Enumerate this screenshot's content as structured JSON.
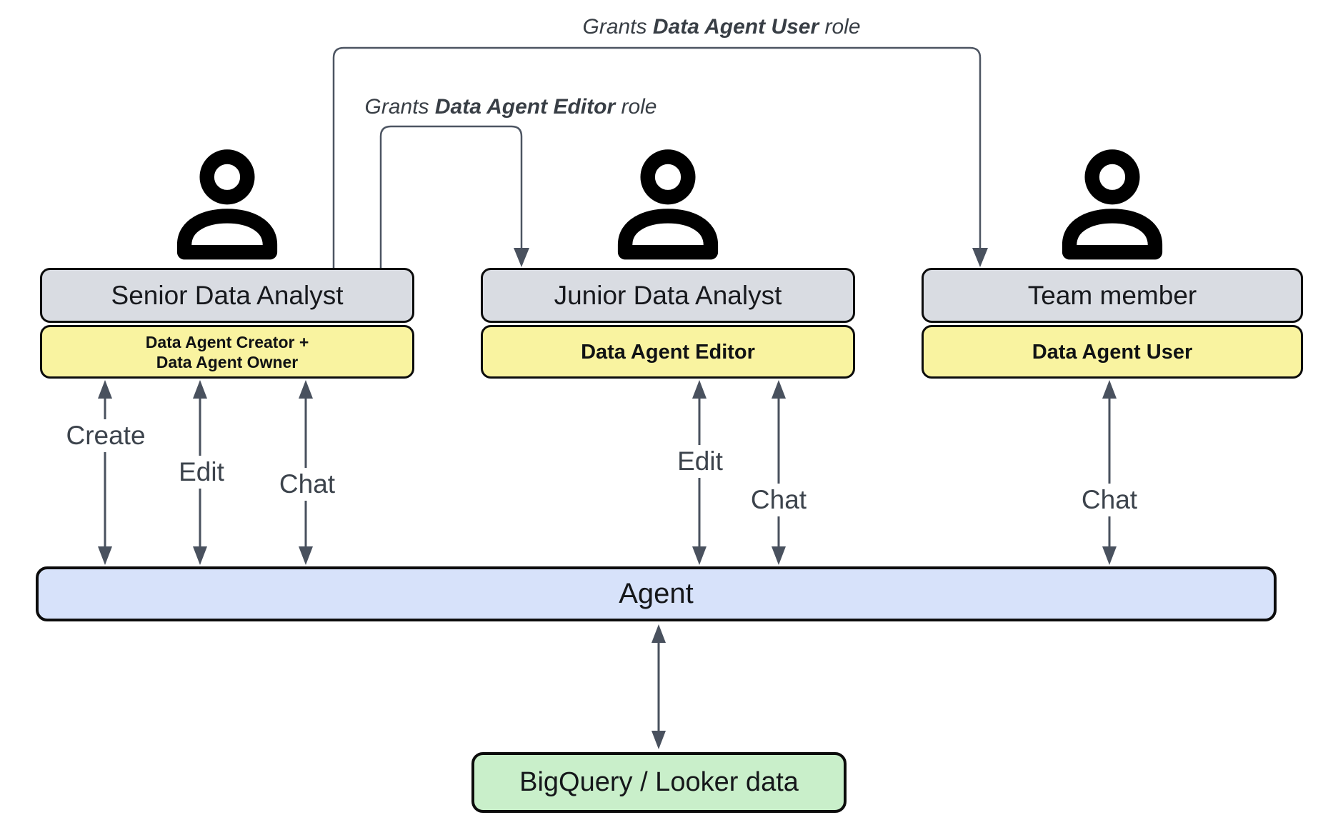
{
  "diagram": {
    "grants": [
      {
        "prefix": "Grants ",
        "role": "Data Agent User",
        "suffix": " role"
      },
      {
        "prefix": "Grants ",
        "role": "Data Agent Editor",
        "suffix": " role"
      }
    ],
    "actors": [
      {
        "title": "Senior Data Analyst",
        "role_line1": "Data Agent Creator +",
        "role_line2": "Data Agent Owner"
      },
      {
        "title": "Junior Data Analyst",
        "role_line1": "Data Agent Editor",
        "role_line2": ""
      },
      {
        "title": "Team member",
        "role_line1": "Data Agent User",
        "role_line2": ""
      }
    ],
    "actions": {
      "create": "Create",
      "edit": "Edit",
      "chat": "Chat"
    },
    "agent": {
      "label": "Agent"
    },
    "datasource": {
      "label": "BigQuery / Looker data"
    },
    "colors": {
      "actor_card": "#d9dce2",
      "role_badge": "#f9f3a0",
      "agent_bar": "#d7e2fa",
      "datasource_box": "#c9efca",
      "connector": "#4d5562",
      "arrow": "#49515e",
      "border": "#0c0c0c"
    }
  }
}
